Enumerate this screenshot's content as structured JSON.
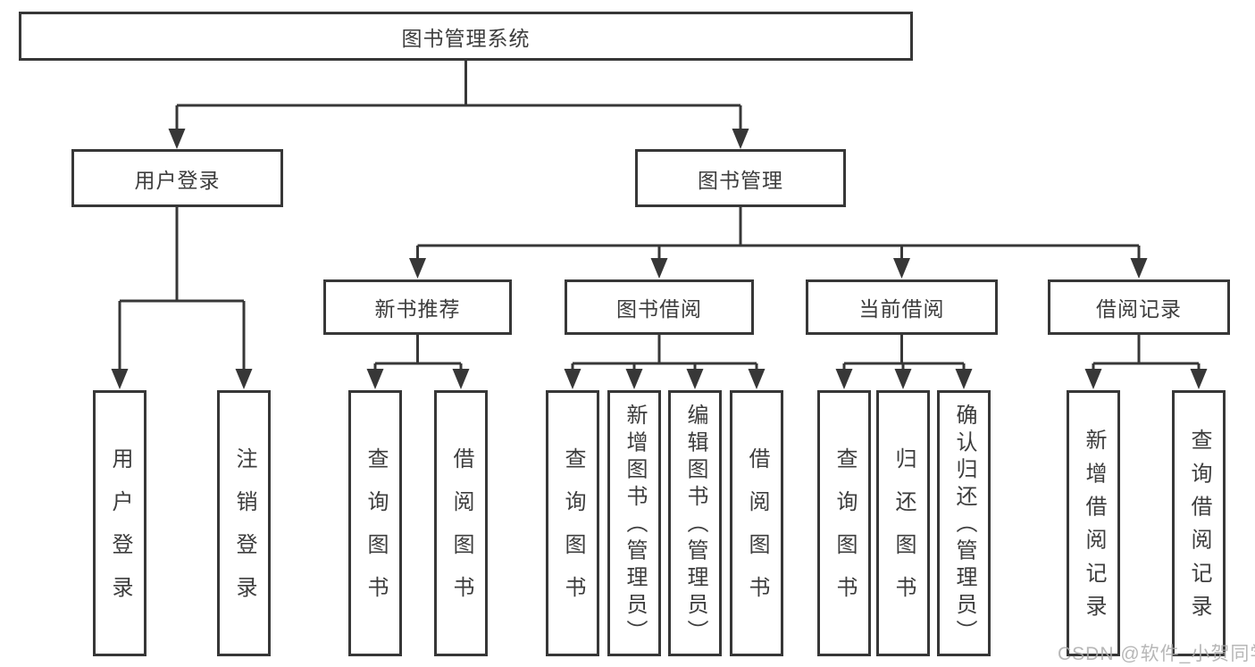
{
  "diagram": {
    "root": {
      "label": "图书管理系统"
    },
    "branches": [
      {
        "label": "用户登录",
        "children": [
          {
            "label": "用户登录"
          },
          {
            "label": "注销登录"
          }
        ]
      },
      {
        "label": "图书管理",
        "children": [
          {
            "label": "新书推荐",
            "children": [
              {
                "label": "查询图书"
              },
              {
                "label": "借阅图书"
              }
            ]
          },
          {
            "label": "图书借阅",
            "children": [
              {
                "label": "查询图书"
              },
              {
                "label": "新增图书（管理员）"
              },
              {
                "label": "编辑图书（管理员）"
              },
              {
                "label": "借阅图书"
              }
            ]
          },
          {
            "label": "当前借阅",
            "children": [
              {
                "label": "查询图书"
              },
              {
                "label": "归还图书"
              },
              {
                "label": "确认归还（管理员）"
              }
            ]
          },
          {
            "label": "借阅记录",
            "children": [
              {
                "label": "新增借阅记录"
              },
              {
                "label": "查询借阅记录"
              }
            ]
          }
        ]
      }
    ],
    "line_color": "#373737",
    "watermark": "CSDN @软件_小贺同学"
  }
}
